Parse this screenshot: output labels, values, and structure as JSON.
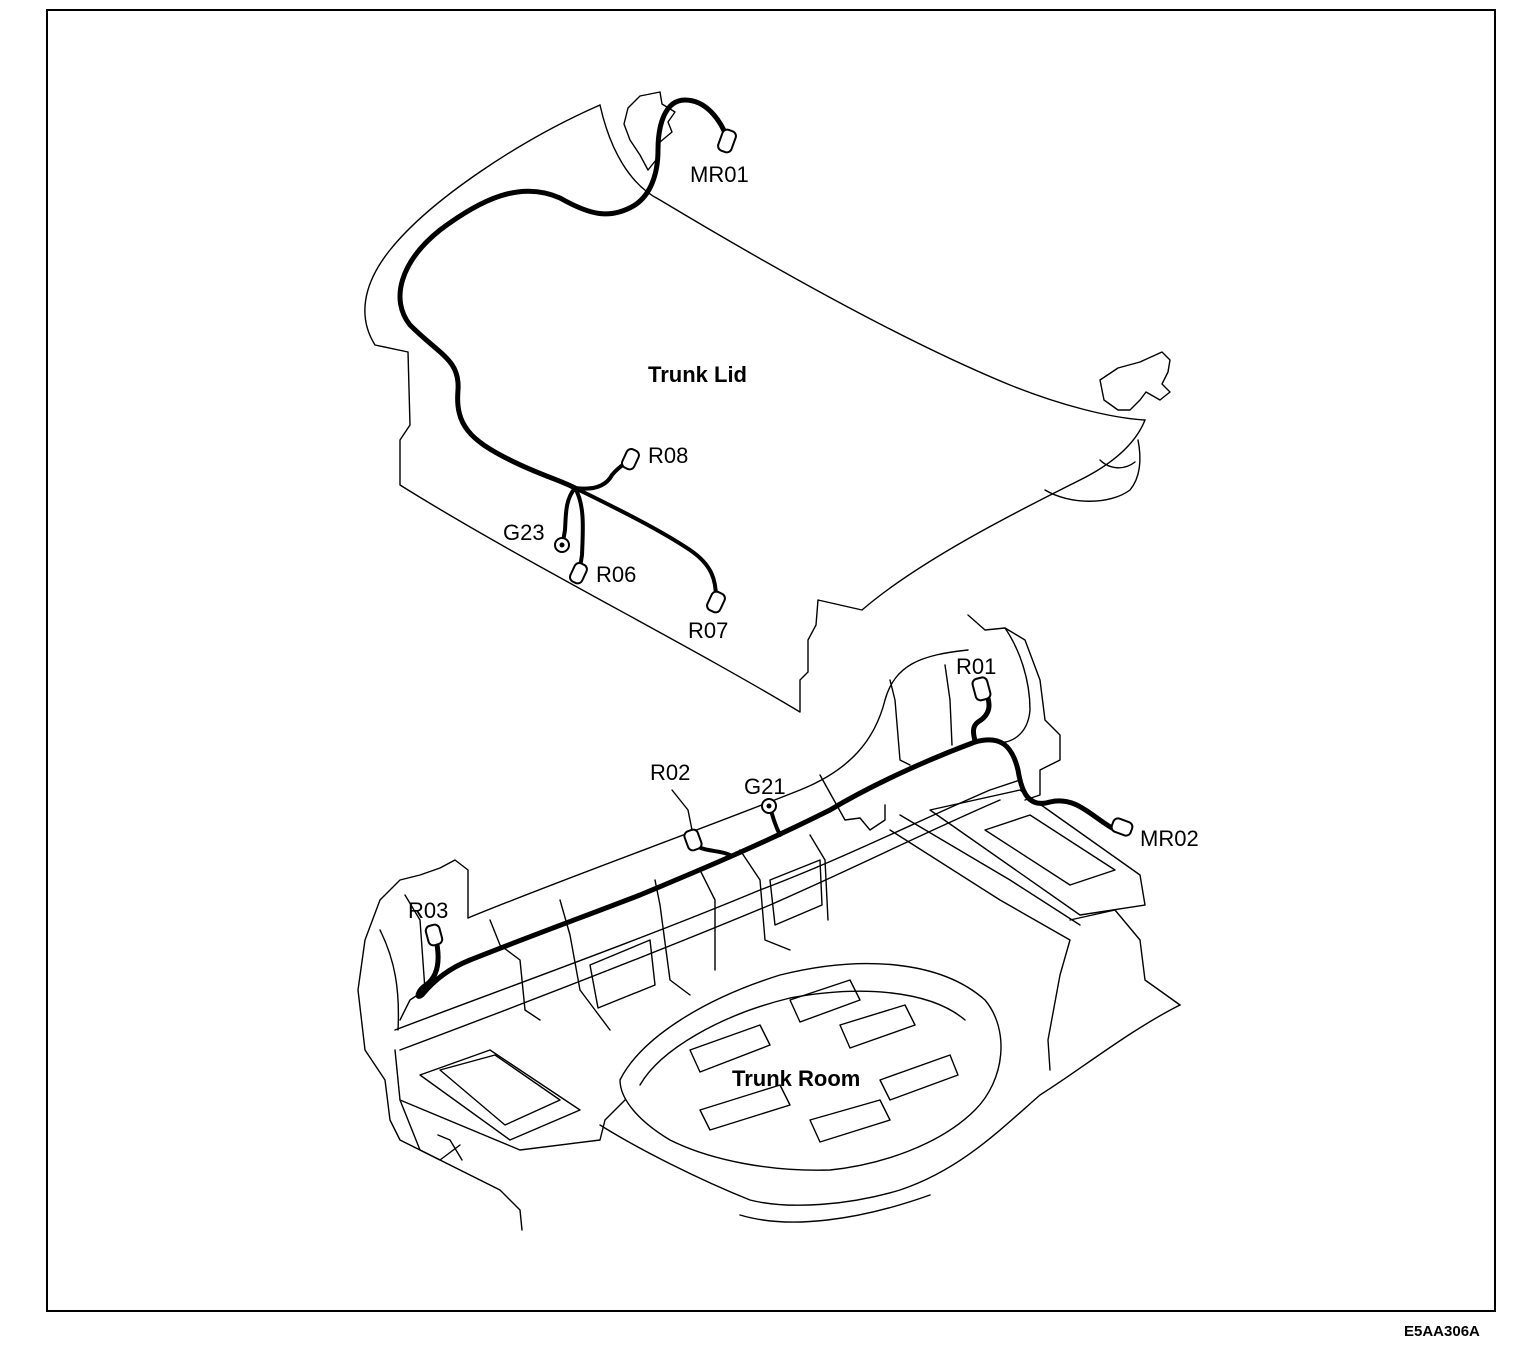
{
  "diagram": {
    "sections": {
      "trunk_lid": "Trunk Lid",
      "trunk_room": "Trunk Room"
    },
    "connectors": {
      "mr01": "MR01",
      "r08": "R08",
      "g23": "G23",
      "r06": "R06",
      "r07": "R07",
      "r01": "R01",
      "r02": "R02",
      "g21": "G21",
      "mr02": "MR02",
      "r03": "R03"
    },
    "figure_code": "E5AA306A"
  }
}
